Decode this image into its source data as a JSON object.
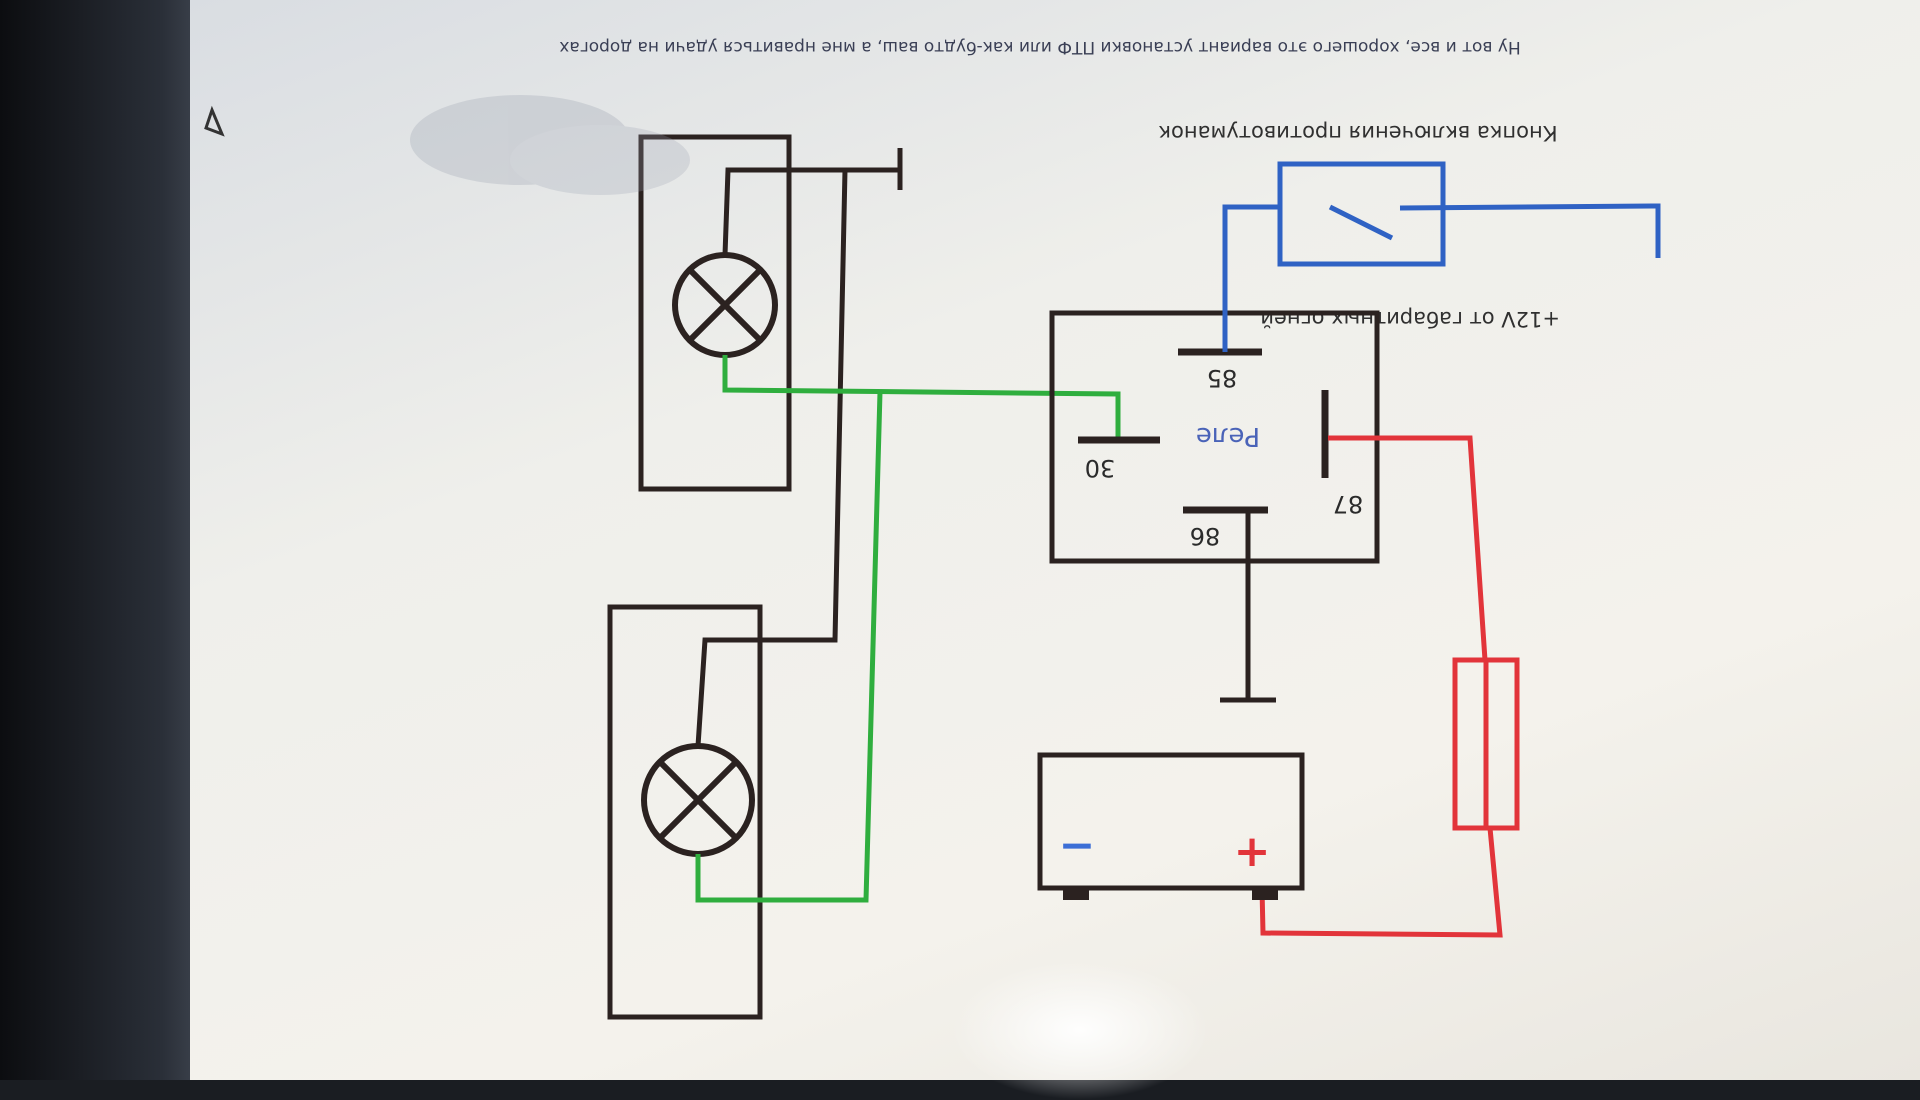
{
  "header_text": "Ну вот и все, хорошего это вариант установки ПТФ или как-будто ваш, а мне нравиться удачи на дорогах",
  "button_caption": "Кнопка включения противотуманок",
  "source_caption": "+12V от габаритных огней",
  "relay": {
    "label": "Реле",
    "pins": {
      "p30": "30",
      "p85": "85",
      "p86": "86",
      "p87": "87"
    }
  },
  "battery": {
    "minus": "−",
    "plus": "+"
  },
  "colors": {
    "ground_wire": "#2b2220",
    "switched_wire": "#2fae3e",
    "control_wire": "#2f62c4",
    "power_wire": "#e2343a",
    "relay_label": "#4a63b8",
    "battery_minus": "#3c6fd6",
    "battery_plus": "#e2343a"
  }
}
